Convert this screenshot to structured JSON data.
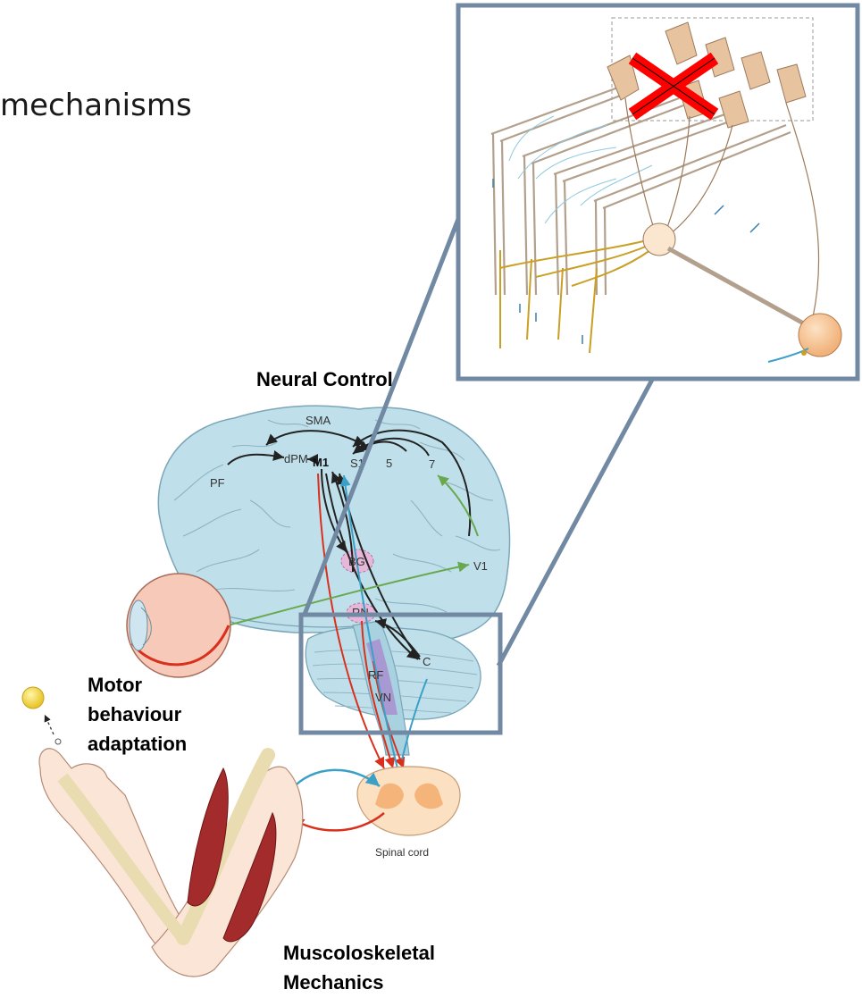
{
  "slide": {
    "title_fragment": "mechanisms"
  },
  "labels": {
    "neural_control": "Neural Control",
    "motor_line1": "Motor",
    "motor_line2": "behaviour",
    "motor_line3": "adaptation",
    "musc_line1": "Muscoloskeletal",
    "musc_line2": "Mechanics"
  },
  "brain_labels": {
    "sma": "SMA",
    "dpm": "dPM",
    "m1": "M1",
    "s1": "S1",
    "five": "5",
    "seven": "7",
    "pf": "PF",
    "bg": "BG",
    "v1": "V1",
    "rn": "RN",
    "c": "C",
    "rf": "RF",
    "vn": "VN",
    "spinal": "Spinal cord"
  },
  "colors": {
    "callout_frame": "#7189a3",
    "brain": "#bfe0ea",
    "cross": "#ff0000",
    "green_path": "#6aa84f",
    "red_path": "#d9301e",
    "blue_path": "#3aa0c8"
  }
}
